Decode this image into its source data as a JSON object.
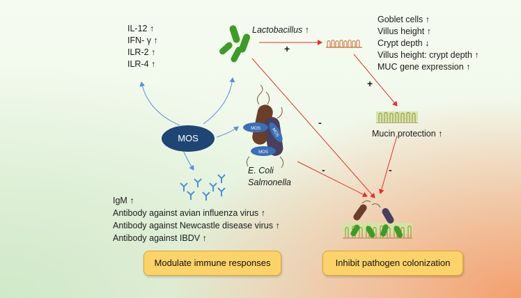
{
  "mos_label": "MOS",
  "cytokines": [
    "IL-12 ↑",
    "IFN- γ ↑",
    "ILR-2 ↑",
    "ILR-4 ↑"
  ],
  "lactobacillus_label": "Lactobacillus ↑",
  "intestine_effects": [
    "Goblet cells ↑",
    "Villus height ↑",
    "Crypt depth ↓",
    "Villus height: crypt depth  ↑",
    "MUC gene expression ↑"
  ],
  "mucin_label": "Mucin protection ↑",
  "pathogens": [
    "E. Coli",
    "Salmonella"
  ],
  "bacteria_mos_tags": [
    "MOS",
    "MOS",
    "MOS"
  ],
  "antibodies": [
    "IgM ↑",
    "Antibody against avian influenza virus ↑",
    "Antibody against Newcastle disease virus ↑",
    "Antibody against IBDV ↑"
  ],
  "signs": {
    "lacto_to_villi": "+",
    "villi_to_mucin": "+",
    "lacto_to_colonization": "-",
    "pathogen_to_colonization": "-",
    "mucin_to_colonization": "-"
  },
  "box_immune": "Modulate immune responses",
  "box_pathogen": "Inhibit pathogen colonization",
  "colors": {
    "blue_arrow": "#5b8fd6",
    "red_arrow": "#e0302a",
    "mos_ellipse": "#1f4574",
    "box_fill": "#fcd36a",
    "lacto_green": "#3f9a2a"
  }
}
